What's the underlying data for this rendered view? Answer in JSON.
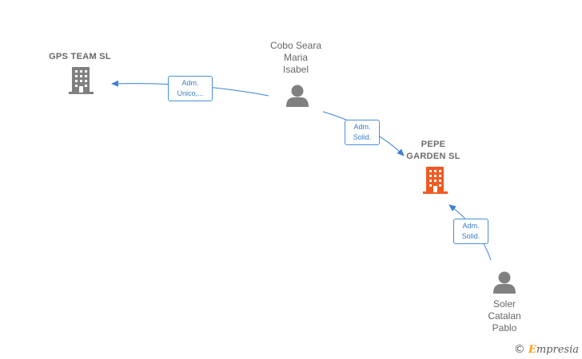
{
  "colors": {
    "person": "#808080",
    "company": "#808080",
    "focus_company": "#f05a22",
    "edge": "#3a80d6",
    "label_text": "#666666"
  },
  "nodes": {
    "gps_team": {
      "name_lines": [
        "GPS TEAM  SL"
      ],
      "type": "company",
      "icon": "building-icon"
    },
    "cobo_seara": {
      "name_lines": [
        "Cobo Seara",
        "Maria",
        "Isabel"
      ],
      "type": "person",
      "icon": "person-icon"
    },
    "pepe_garden": {
      "name_lines": [
        "PEPE",
        "GARDEN  SL"
      ],
      "type": "company",
      "focus": true,
      "icon": "building-icon"
    },
    "soler_catalan": {
      "name_lines": [
        "Soler",
        "Catalan",
        "Pablo"
      ],
      "type": "person",
      "icon": "person-icon"
    }
  },
  "edges": [
    {
      "from": "cobo_seara",
      "to": "gps_team",
      "label_lines": [
        "Adm.",
        "Unico,..."
      ]
    },
    {
      "from": "cobo_seara",
      "to": "pepe_garden",
      "label_lines": [
        "Adm.",
        "Solid."
      ]
    },
    {
      "from": "soler_catalan",
      "to": "pepe_garden",
      "label_lines": [
        "Adm.",
        "Solid."
      ]
    }
  ],
  "brand": {
    "copyright_symbol": "©",
    "initial": "E",
    "name_rest": "mpresia"
  }
}
